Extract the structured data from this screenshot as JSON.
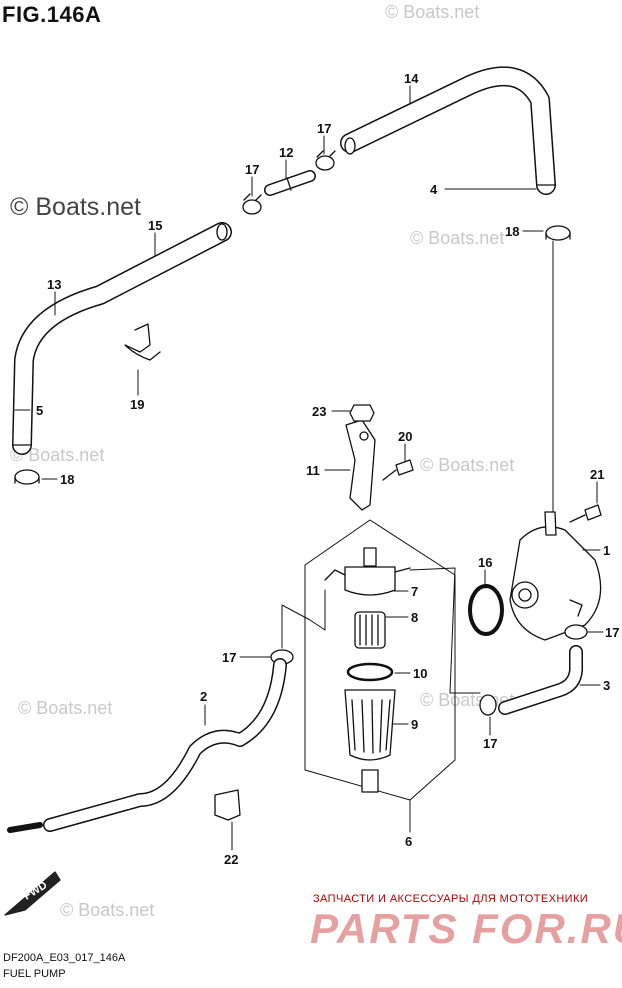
{
  "figure": {
    "title": "FIG.146A",
    "code": "DF200A_E03_017_146A",
    "name": "FUEL PUMP"
  },
  "watermark": {
    "main": "© Boats.net",
    "repeat": "© Boats.net"
  },
  "banner": {
    "subtitle": "ЗАПЧАСТИ И АКСЕССУАРЫ ДЛЯ МОТОТЕХНИКИ",
    "logo": "PARTS FOR.RU"
  },
  "fwd_label": "FWD",
  "callouts": [
    {
      "id": "c14",
      "label": "14"
    },
    {
      "id": "c17a",
      "label": "17"
    },
    {
      "id": "c12",
      "label": "12"
    },
    {
      "id": "c17b",
      "label": "17"
    },
    {
      "id": "c4",
      "label": "4"
    },
    {
      "id": "c18a",
      "label": "18"
    },
    {
      "id": "c15",
      "label": "15"
    },
    {
      "id": "c13",
      "label": "13"
    },
    {
      "id": "c19",
      "label": "19"
    },
    {
      "id": "c5",
      "label": "5"
    },
    {
      "id": "c18b",
      "label": "18"
    },
    {
      "id": "c23",
      "label": "23"
    },
    {
      "id": "c20",
      "label": "20"
    },
    {
      "id": "c11",
      "label": "11"
    },
    {
      "id": "c21",
      "label": "21"
    },
    {
      "id": "c1",
      "label": "1"
    },
    {
      "id": "c16",
      "label": "16"
    },
    {
      "id": "c7",
      "label": "7"
    },
    {
      "id": "c8",
      "label": "8"
    },
    {
      "id": "c17c",
      "label": "17"
    },
    {
      "id": "c17d",
      "label": "17"
    },
    {
      "id": "c10",
      "label": "10"
    },
    {
      "id": "c3",
      "label": "3"
    },
    {
      "id": "c2",
      "label": "2"
    },
    {
      "id": "c9",
      "label": "9"
    },
    {
      "id": "c17e",
      "label": "17"
    },
    {
      "id": "c6",
      "label": "6"
    },
    {
      "id": "c22",
      "label": "22"
    }
  ]
}
